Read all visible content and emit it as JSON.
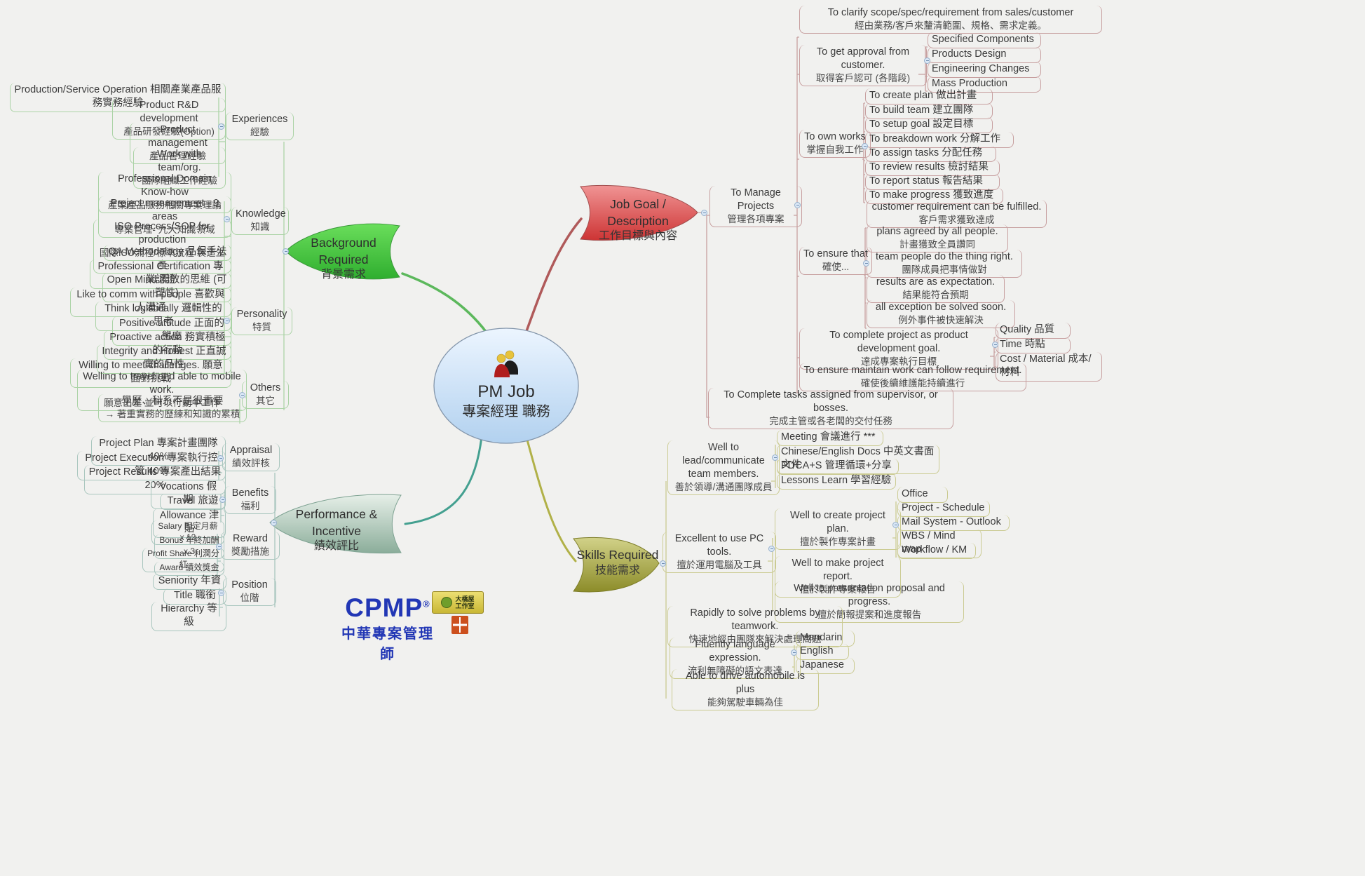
{
  "center": {
    "en": "PM Job",
    "zh": "專案經理 職務"
  },
  "job": {
    "label": {
      "en": "Job Goal / Description",
      "zh": "工作目標與內容"
    },
    "manage": {
      "en": "To Manage Projects",
      "zh": "管理各項專案"
    },
    "clarify": {
      "en": "To clarify scope/spec/requirement from sales/customer",
      "zh": "經由業務/客戶來釐清範圍、規格、需求定義。"
    },
    "approval": {
      "en": "To get approval from customer.",
      "zh": "取得客戶認可 (各階段)"
    },
    "approval_items": [
      {
        "text": "Specified Components"
      },
      {
        "text": "Products Design"
      },
      {
        "text": "Engineering Changes"
      },
      {
        "text": "Mass Production"
      }
    ],
    "own": {
      "en": "To own works",
      "zh": "掌握自我工作"
    },
    "own_items": [
      {
        "text": "To create plan 做出計畫"
      },
      {
        "text": "To build team 建立團隊"
      },
      {
        "text": "To setup goal 設定目標"
      },
      {
        "text": "To breakdown work 分解工作"
      },
      {
        "text": "To assign tasks 分配任務"
      },
      {
        "text": "To review results 檢討結果"
      },
      {
        "text": "To report status 報告結果"
      },
      {
        "text": "To make progress 獲致進度"
      }
    ],
    "ensure": {
      "en": "To ensure that",
      "zh": "確使..."
    },
    "ensure_items": [
      {
        "en": "customer requirement can be fulfilled.",
        "zh": "客戶需求獲致達成"
      },
      {
        "en": "plans agreed by all people.",
        "zh": "計畫獲致全員讚同"
      },
      {
        "en": "team people do the thing right.",
        "zh": "團隊成員把事情做對"
      },
      {
        "en": "results are as expectation.",
        "zh": "結果能符合預期"
      },
      {
        "en": "all exception be solved soon.",
        "zh": "例外事件被快速解決"
      }
    ],
    "complete": {
      "en": "To complete project as product development goal.",
      "zh": "達成專案執行目標"
    },
    "complete_items": [
      {
        "text": "Quality 品質"
      },
      {
        "text": "Time 時點"
      },
      {
        "text": "Cost / Material 成本/材料"
      }
    ],
    "maintain": {
      "en": "To ensure maintain work can follow requirement.",
      "zh": "確使後續維護能持續進行"
    },
    "tasks": {
      "en": "To Complete tasks assigned from supervisor, or bosses.",
      "zh": "完成主管或各老闆的交付任務"
    }
  },
  "background": {
    "label": {
      "en": "Background Required",
      "zh": "背景需求"
    },
    "experiences": {
      "en": "Experiences",
      "zh": "經驗"
    },
    "experience_items": [
      {
        "text": "Production/Service Operation 相關產業產品服務實務經驗"
      },
      {
        "en": "Product R&D development",
        "zh": "產品研發經驗(Option)"
      },
      {
        "en": "Product management",
        "zh": "產品管理經驗"
      },
      {
        "en": "Work with team/org.",
        "zh": "團隊組織工作經驗"
      }
    ],
    "knowledge": {
      "en": "Knowledge",
      "zh": "知識"
    },
    "knowledge_items": [
      {
        "en": "Professional Domain Know-how",
        "zh": "產業產品服務相關專業理論"
      },
      {
        "en": "Project management - 9 areas",
        "zh": "專案管理- 九大知識領域"
      },
      {
        "en": "ISO Process/SOP for production",
        "zh": "國際ISO流程/標準流程 製造生產"
      },
      {
        "text": "QA Methodology 品保手法"
      },
      {
        "text": "Professional Certification 專業認證"
      }
    ],
    "personality": {
      "en": "Personality",
      "zh": "特質"
    },
    "personality_items": [
      {
        "text": "Open Mind 開放的思維 (可塑性)"
      },
      {
        "text": "Like to comm with people 喜歡與人溝通"
      },
      {
        "text": "Think logistically 邏輯性的思考"
      },
      {
        "text": "Positive attitude 正面的態度"
      },
      {
        "text": "Proactive action 務實積極的行動"
      },
      {
        "text": "Integrity and Honest 正直誠實的品性"
      },
      {
        "text": "Willing to meet challenges. 願意面對挑戰"
      }
    ],
    "others": {
      "en": "Others",
      "zh": "其它"
    },
    "others_items": [
      {
        "en": "Welling to travel and able to mobile work.",
        "zh": "願意出差 並可以行動中工作"
      },
      {
        "en": "學歷、科系不是很重要",
        "zh": "→ 著重實務的歷練和知識的累積"
      }
    ]
  },
  "performance": {
    "label": {
      "en": "Performance & Incentive",
      "zh": "績效評比"
    },
    "appraisal": {
      "en": "Appraisal",
      "zh": "績效評核"
    },
    "appraisal_items": [
      {
        "text": "Project Plan 專案計畫團隊 40%"
      },
      {
        "text": "Project Execution 專案執行控管 40%"
      },
      {
        "text": "Project Results 專案產出結果 20%"
      }
    ],
    "benefits": {
      "en": "Benefits",
      "zh": "福利"
    },
    "benefits_items": [
      {
        "text": "Vocations 假期"
      },
      {
        "text": "Travel 旅遊"
      },
      {
        "text": "Allowance 津貼"
      }
    ],
    "reward": {
      "en": "Reward",
      "zh": "獎勵措施"
    },
    "reward_items": [
      {
        "text": "Salary 固定月薪 x 12"
      },
      {
        "text": "Bonus 年終加酬 x 3"
      },
      {
        "text": "Profit Share 利潤分紅"
      },
      {
        "text": "Award 績效獎金"
      }
    ],
    "position": {
      "en": "Position",
      "zh": "位階"
    },
    "position_items": [
      {
        "text": "Seniority 年資"
      },
      {
        "text": "Title 職銜"
      },
      {
        "text": "Hierarchy 等級"
      }
    ]
  },
  "skills": {
    "label": {
      "en": "Skills Required",
      "zh": "技能需求"
    },
    "lead": {
      "en": "Well to lead/communicate team members.",
      "zh": "善於領導/溝通團隊成員"
    },
    "lead_items": [
      {
        "text": "Meeting 會議進行 ***"
      },
      {
        "text": "Chinese/English Docs 中英文書面文件"
      },
      {
        "text": "PDCA+S 管理循環+分享"
      },
      {
        "text": "Lessons Learn 學習經驗"
      }
    ],
    "pc": {
      "en": "Excellent to use PC tools.",
      "zh": "擅於運用電腦及工具"
    },
    "create_plan": {
      "en": "Well to create project plan.",
      "zh": "擅於製作專案計畫"
    },
    "plan_tools": [
      {
        "text": "Office"
      },
      {
        "text": "Project - Schedule"
      },
      {
        "text": "Mail System - Outlook"
      },
      {
        "text": "WBS / Mind map"
      },
      {
        "text": "Workflow / KM"
      }
    ],
    "report": {
      "en": "Well to make project report.",
      "zh": "擅於製作專案報告"
    },
    "presentation": {
      "en": "Well to presentation proposal and progress.",
      "zh": "擅於簡報提案和進度報告"
    },
    "solve": {
      "en": "Rapidly to solve problems by teamwork.",
      "zh": "快速地經由團隊來解決處理問題"
    },
    "language": {
      "en": "Fluently language expression.",
      "zh": "流利無障礙的語文表達"
    },
    "language_items": [
      {
        "text": "Mandarin"
      },
      {
        "text": "English"
      },
      {
        "text": "Japanese"
      }
    ],
    "drive": {
      "en": "Able to drive automobile is plus",
      "zh": "能夠駕駛車輛為佳"
    }
  },
  "logos": {
    "cpmp": {
      "title": "CPMP",
      "reg": "®",
      "subtitle": "中華專案管理師"
    },
    "studio": {
      "line1": "大橋屋",
      "line2": "工作室"
    }
  }
}
